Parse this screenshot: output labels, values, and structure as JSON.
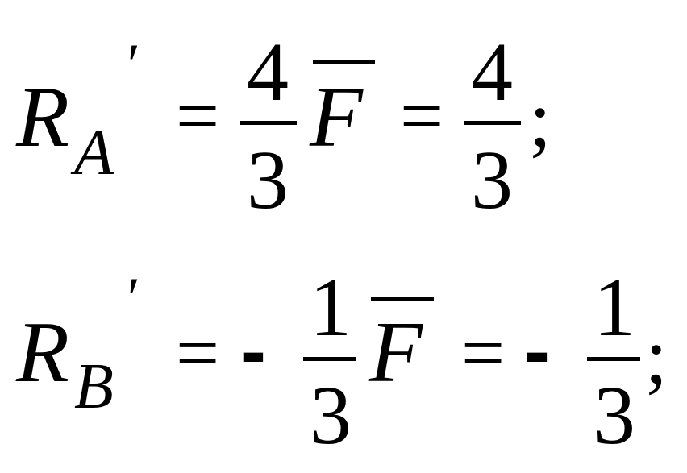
{
  "equations": [
    {
      "lhs_symbol": "R",
      "lhs_subscript": "A",
      "prime": "′",
      "equals_1": "=",
      "sign_1": "",
      "frac_1_num": "4",
      "frac_1_den": "3",
      "vector_symbol": "F",
      "equals_2": "=",
      "sign_2": "",
      "frac_2_num": "4",
      "frac_2_den": "3",
      "terminator": ";"
    },
    {
      "lhs_symbol": "R",
      "lhs_subscript": "B",
      "prime": "′",
      "equals_1": "=",
      "sign_1": "-",
      "frac_1_num": "1",
      "frac_1_den": "3",
      "vector_symbol": "F",
      "equals_2": "=",
      "sign_2": "-",
      "frac_2_num": "1",
      "frac_2_den": "3",
      "terminator": ";"
    }
  ]
}
